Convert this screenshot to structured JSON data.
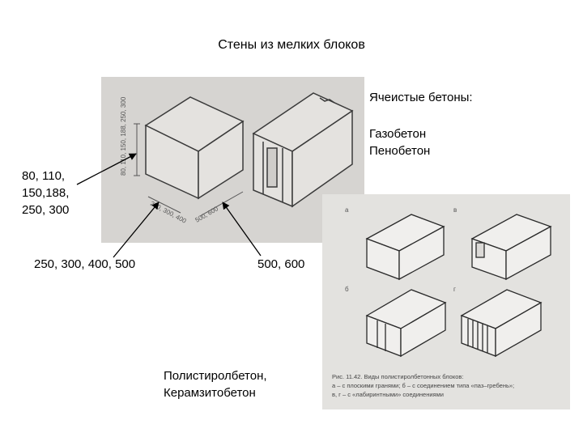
{
  "title": "Стены из мелких блоков",
  "cellular": {
    "heading": "Ячеистые бетоны:",
    "line1": "Газобетон",
    "line2": "Пенобетон"
  },
  "height_label": {
    "line1": "80, 110,",
    "line2": "150,188,",
    "line3": "250, 300"
  },
  "width_label": "250, 300, 400, 500",
  "length_label": "500, 600",
  "polystyrene_label": {
    "line1": "Полистиролбетон,",
    "line2": "Керамзитобетон"
  },
  "block_photo_dims": {
    "height": "80, 110, 150, 188, 250, 300",
    "width": "250, 300, 400",
    "length": "500, 600"
  },
  "fig_letters": [
    "а",
    "в",
    "б",
    "г"
  ],
  "caption": {
    "line1": "Рис. 11.42. Виды полистиролбетонных блоков:",
    "line2": "а – с плоскими гранями; б – с соединением типа «паз–гребень»;",
    "line3": "в, г – с «лабиринтными» соединениями"
  }
}
